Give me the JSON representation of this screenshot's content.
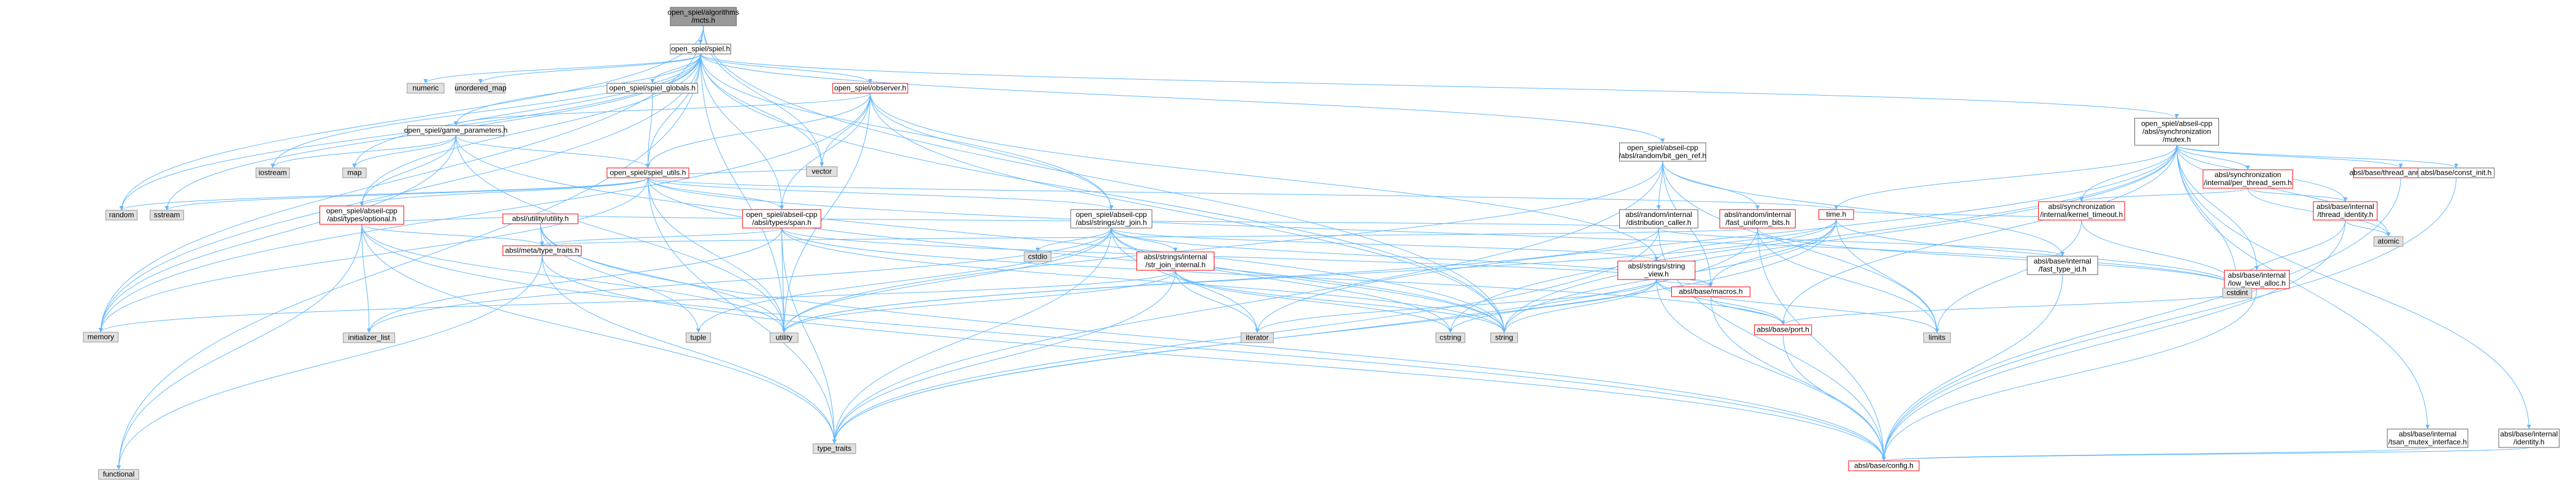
{
  "colors": {
    "edge": "#63b8ff",
    "root_fill": "#999999",
    "root_border": "#666666",
    "file_fill": "#ffffff",
    "file_border": "#666666",
    "red_border": "#ff0000",
    "system_fill": "#e0e0e0",
    "system_border": "#999999",
    "text": "#000000"
  },
  "nodes": [
    {
      "id": "main",
      "style": "root",
      "lines": [
        "open_spiel/algorithms",
        "/mcts.h"
      ]
    },
    {
      "id": "spiel",
      "style": "file",
      "lines": [
        "open_spiel/spiel.h"
      ]
    },
    {
      "id": "observer",
      "style": "red",
      "lines": [
        "open_spiel/observer.h"
      ]
    },
    {
      "id": "spiel_globals",
      "style": "file",
      "lines": [
        "open_spiel/spiel_globals.h"
      ]
    },
    {
      "id": "game_params",
      "style": "file",
      "lines": [
        "open_spiel/game_parameters.h"
      ]
    },
    {
      "id": "spiel_utils",
      "style": "red",
      "lines": [
        "open_spiel/spiel_utils.h"
      ]
    },
    {
      "id": "optional",
      "style": "red",
      "lines": [
        "open_spiel/abseil-cpp",
        "/absl/types/optional.h"
      ]
    },
    {
      "id": "utility_h",
      "style": "red",
      "lines": [
        "absl/utility/utility.h"
      ]
    },
    {
      "id": "meta_type_traits",
      "style": "red",
      "lines": [
        "absl/meta/type_traits.h"
      ]
    },
    {
      "id": "span",
      "style": "red",
      "lines": [
        "open_spiel/abseil-cpp",
        "/absl/types/span.h"
      ]
    },
    {
      "id": "str_join",
      "style": "file",
      "lines": [
        "open_spiel/abseil-cpp",
        "/absl/strings/str_join.h"
      ]
    },
    {
      "id": "str_join_internal",
      "style": "red",
      "lines": [
        "absl/strings/internal",
        "/str_join_internal.h"
      ]
    },
    {
      "id": "string_view",
      "style": "red",
      "lines": [
        "absl/strings/string",
        "_view.h"
      ]
    },
    {
      "id": "macros",
      "style": "red",
      "lines": [
        "absl/base/macros.h"
      ]
    },
    {
      "id": "port",
      "style": "red",
      "lines": [
        "absl/base/port.h"
      ]
    },
    {
      "id": "config",
      "style": "red",
      "lines": [
        "absl/base/config.h"
      ]
    },
    {
      "id": "bit_gen_ref",
      "style": "file",
      "lines": [
        "open_spiel/abseil-cpp",
        "/absl/random/bit_gen_ref.h"
      ]
    },
    {
      "id": "distribution_caller",
      "style": "file",
      "lines": [
        "absl/random/internal",
        "/distribution_caller.h"
      ]
    },
    {
      "id": "fast_uniform_bits",
      "style": "red",
      "lines": [
        "absl/random/internal",
        "/fast_uniform_bits.h"
      ]
    },
    {
      "id": "fast_type_id",
      "style": "file",
      "lines": [
        "absl/base/internal",
        "/fast_type_id.h"
      ]
    },
    {
      "id": "time",
      "style": "red",
      "lines": [
        "time.h"
      ]
    },
    {
      "id": "mutex",
      "style": "file",
      "lines": [
        "open_spiel/abseil-cpp",
        "/absl/synchronization",
        "/mutex.h"
      ]
    },
    {
      "id": "per_thread_sem",
      "style": "red",
      "lines": [
        "absl/synchronization",
        "/internal/per_thread_sem.h"
      ]
    },
    {
      "id": "kernel_timeout",
      "style": "red",
      "lines": [
        "absl/synchronization",
        "/internal/kernel_timeout.h"
      ]
    },
    {
      "id": "low_level_alloc",
      "style": "red",
      "lines": [
        "absl/base/internal",
        "/low_level_alloc.h"
      ]
    },
    {
      "id": "thread_annotations",
      "style": "red",
      "lines": [
        "absl/base/thread_annotations.h"
      ]
    },
    {
      "id": "thread_identity",
      "style": "red",
      "lines": [
        "absl/base/internal",
        "/thread_identity.h"
      ]
    },
    {
      "id": "const_init",
      "style": "file",
      "lines": [
        "absl/base/const_init.h"
      ]
    },
    {
      "id": "tsan_mutex",
      "style": "file",
      "lines": [
        "absl/base/internal",
        "/tsan_mutex_interface.h"
      ]
    },
    {
      "id": "identity",
      "style": "file",
      "lines": [
        "absl/base/internal",
        "/identity.h"
      ]
    },
    {
      "id": "numeric",
      "style": "system",
      "lines": [
        "numeric"
      ]
    },
    {
      "id": "unordered_map",
      "style": "system",
      "lines": [
        "unordered_map"
      ]
    },
    {
      "id": "iostream",
      "style": "system",
      "lines": [
        "iostream"
      ]
    },
    {
      "id": "map",
      "style": "system",
      "lines": [
        "map"
      ]
    },
    {
      "id": "random",
      "style": "system",
      "lines": [
        "random"
      ]
    },
    {
      "id": "sstream",
      "style": "system",
      "lines": [
        "sstream"
      ]
    },
    {
      "id": "vector",
      "style": "system",
      "lines": [
        "vector"
      ]
    },
    {
      "id": "memory",
      "style": "system",
      "lines": [
        "memory"
      ]
    },
    {
      "id": "functional",
      "style": "system",
      "lines": [
        "functional"
      ]
    },
    {
      "id": "initializer_list",
      "style": "system",
      "lines": [
        "initializer_list"
      ]
    },
    {
      "id": "tuple",
      "style": "system",
      "lines": [
        "tuple"
      ]
    },
    {
      "id": "utility",
      "style": "system",
      "lines": [
        "utility"
      ]
    },
    {
      "id": "type_traits",
      "style": "system",
      "lines": [
        "type_traits"
      ]
    },
    {
      "id": "cstdio",
      "style": "system",
      "lines": [
        "cstdio"
      ]
    },
    {
      "id": "iterator",
      "style": "system",
      "lines": [
        "iterator"
      ]
    },
    {
      "id": "cstring",
      "style": "system",
      "lines": [
        "cstring"
      ]
    },
    {
      "id": "string",
      "style": "system",
      "lines": [
        "string"
      ]
    },
    {
      "id": "limits",
      "style": "system",
      "lines": [
        "limits"
      ]
    },
    {
      "id": "cstdint",
      "style": "system",
      "lines": [
        "cstdint"
      ]
    },
    {
      "id": "atomic",
      "style": "system",
      "lines": [
        "atomic"
      ]
    }
  ],
  "edges": [
    [
      "main",
      "spiel"
    ],
    [
      "main",
      "memory"
    ],
    [
      "main",
      "random"
    ],
    [
      "main",
      "vector"
    ],
    [
      "main",
      "string"
    ],
    [
      "spiel",
      "observer"
    ],
    [
      "spiel",
      "spiel_globals"
    ],
    [
      "spiel",
      "game_params"
    ],
    [
      "spiel",
      "spiel_utils"
    ],
    [
      "spiel",
      "optional"
    ],
    [
      "spiel",
      "span"
    ],
    [
      "spiel",
      "str_join"
    ],
    [
      "spiel",
      "bit_gen_ref"
    ],
    [
      "spiel",
      "mutex"
    ],
    [
      "spiel",
      "numeric"
    ],
    [
      "spiel",
      "unordered_map"
    ],
    [
      "spiel",
      "iostream"
    ],
    [
      "spiel",
      "map"
    ],
    [
      "spiel",
      "random"
    ],
    [
      "spiel",
      "sstream"
    ],
    [
      "spiel",
      "vector"
    ],
    [
      "spiel",
      "memory"
    ],
    [
      "spiel",
      "functional"
    ],
    [
      "spiel",
      "string"
    ],
    [
      "spiel",
      "utility"
    ],
    [
      "observer",
      "spiel_utils"
    ],
    [
      "observer",
      "game_params"
    ],
    [
      "observer",
      "span"
    ],
    [
      "observer",
      "str_join"
    ],
    [
      "observer",
      "string_view"
    ],
    [
      "observer",
      "vector"
    ],
    [
      "observer",
      "string"
    ],
    [
      "observer",
      "memory"
    ],
    [
      "observer",
      "utility"
    ],
    [
      "spiel_globals",
      "spiel_utils"
    ],
    [
      "game_params",
      "spiel_utils"
    ],
    [
      "game_params",
      "optional"
    ],
    [
      "game_params",
      "iostream"
    ],
    [
      "game_params",
      "map"
    ],
    [
      "game_params",
      "string"
    ],
    [
      "game_params",
      "utility"
    ],
    [
      "game_params",
      "memory"
    ],
    [
      "spiel_utils",
      "optional"
    ],
    [
      "spiel_utils",
      "span"
    ],
    [
      "spiel_utils",
      "str_join"
    ],
    [
      "spiel_utils",
      "time"
    ],
    [
      "spiel_utils",
      "random"
    ],
    [
      "spiel_utils",
      "sstream"
    ],
    [
      "spiel_utils",
      "vector"
    ],
    [
      "spiel_utils",
      "memory"
    ],
    [
      "spiel_utils",
      "string"
    ],
    [
      "spiel_utils",
      "utility"
    ],
    [
      "spiel_utils",
      "type_traits"
    ],
    [
      "spiel_utils",
      "cstdint"
    ],
    [
      "optional",
      "utility_h"
    ],
    [
      "optional",
      "meta_type_traits"
    ],
    [
      "optional",
      "functional"
    ],
    [
      "optional",
      "initializer_list"
    ],
    [
      "optional",
      "type_traits"
    ],
    [
      "optional",
      "utility"
    ],
    [
      "optional",
      "config"
    ],
    [
      "utility_h",
      "meta_type_traits"
    ],
    [
      "utility_h",
      "tuple"
    ],
    [
      "utility_h",
      "utility"
    ],
    [
      "utility_h",
      "config"
    ],
    [
      "meta_type_traits",
      "functional"
    ],
    [
      "meta_type_traits",
      "type_traits"
    ],
    [
      "meta_type_traits",
      "config"
    ],
    [
      "span",
      "meta_type_traits"
    ],
    [
      "span",
      "initializer_list"
    ],
    [
      "span",
      "utility"
    ],
    [
      "span",
      "type_traits"
    ],
    [
      "span",
      "string"
    ],
    [
      "span",
      "macros"
    ],
    [
      "span",
      "port"
    ],
    [
      "str_join",
      "str_join_internal"
    ],
    [
      "str_join",
      "string_view"
    ],
    [
      "str_join",
      "macros"
    ],
    [
      "str_join",
      "cstdio"
    ],
    [
      "str_join",
      "cstring"
    ],
    [
      "str_join",
      "iterator"
    ],
    [
      "str_join",
      "string"
    ],
    [
      "str_join",
      "initializer_list"
    ],
    [
      "str_join",
      "tuple"
    ],
    [
      "str_join",
      "utility"
    ],
    [
      "str_join",
      "type_traits"
    ],
    [
      "str_join_internal",
      "iterator"
    ],
    [
      "str_join_internal",
      "memory"
    ],
    [
      "str_join_internal",
      "string"
    ],
    [
      "str_join_internal",
      "type_traits"
    ],
    [
      "str_join_internal",
      "utility"
    ],
    [
      "str_join_internal",
      "cstring"
    ],
    [
      "string_view",
      "macros"
    ],
    [
      "string_view",
      "port"
    ],
    [
      "string_view",
      "config"
    ],
    [
      "string_view",
      "iterator"
    ],
    [
      "string_view",
      "limits"
    ],
    [
      "string_view",
      "string"
    ],
    [
      "string_view",
      "cstring"
    ],
    [
      "macros",
      "port"
    ],
    [
      "macros",
      "config"
    ],
    [
      "port",
      "config"
    ],
    [
      "bit_gen_ref",
      "distribution_caller"
    ],
    [
      "bit_gen_ref",
      "fast_uniform_bits"
    ],
    [
      "bit_gen_ref",
      "fast_type_id"
    ],
    [
      "bit_gen_ref",
      "macros"
    ],
    [
      "bit_gen_ref",
      "limits"
    ],
    [
      "bit_gen_ref",
      "type_traits"
    ],
    [
      "bit_gen_ref",
      "utility"
    ],
    [
      "distribution_caller",
      "fast_type_id"
    ],
    [
      "distribution_caller",
      "utility"
    ],
    [
      "distribution_caller",
      "type_traits"
    ],
    [
      "distribution_caller",
      "config"
    ],
    [
      "distribution_caller",
      "utility_h"
    ],
    [
      "fast_uniform_bits",
      "cstdint"
    ],
    [
      "fast_uniform_bits",
      "limits"
    ],
    [
      "fast_uniform_bits",
      "type_traits"
    ],
    [
      "fast_uniform_bits",
      "config"
    ],
    [
      "fast_uniform_bits",
      "meta_type_traits"
    ],
    [
      "fast_type_id",
      "config"
    ],
    [
      "mutex",
      "per_thread_sem"
    ],
    [
      "mutex",
      "kernel_timeout"
    ],
    [
      "mutex",
      "low_level_alloc"
    ],
    [
      "mutex",
      "thread_annotations"
    ],
    [
      "mutex",
      "thread_identity"
    ],
    [
      "mutex",
      "const_init"
    ],
    [
      "mutex",
      "tsan_mutex"
    ],
    [
      "mutex",
      "identity"
    ],
    [
      "mutex",
      "time"
    ],
    [
      "mutex",
      "atomic"
    ],
    [
      "mutex",
      "cstdint"
    ],
    [
      "mutex",
      "cstring"
    ],
    [
      "mutex",
      "iterator"
    ],
    [
      "mutex",
      "string"
    ],
    [
      "mutex",
      "port"
    ],
    [
      "per_thread_sem",
      "kernel_timeout"
    ],
    [
      "per_thread_sem",
      "thread_identity"
    ],
    [
      "per_thread_sem",
      "atomic"
    ],
    [
      "kernel_timeout",
      "time"
    ],
    [
      "kernel_timeout",
      "cstdint"
    ],
    [
      "kernel_timeout",
      "limits"
    ],
    [
      "low_level_alloc",
      "cstdint"
    ],
    [
      "low_level_alloc",
      "config"
    ],
    [
      "low_level_alloc",
      "port"
    ],
    [
      "thread_identity",
      "atomic"
    ],
    [
      "thread_identity",
      "cstdint"
    ],
    [
      "thread_identity",
      "config"
    ],
    [
      "thread_annotations",
      "config"
    ],
    [
      "const_init",
      "config"
    ],
    [
      "tsan_mutex",
      "config"
    ],
    [
      "identity",
      "config"
    ],
    [
      "time",
      "string_view"
    ],
    [
      "time",
      "macros"
    ],
    [
      "time",
      "string"
    ],
    [
      "time",
      "cstdint"
    ],
    [
      "time",
      "limits"
    ],
    [
      "time",
      "utility"
    ],
    [
      "time",
      "type_traits"
    ]
  ]
}
